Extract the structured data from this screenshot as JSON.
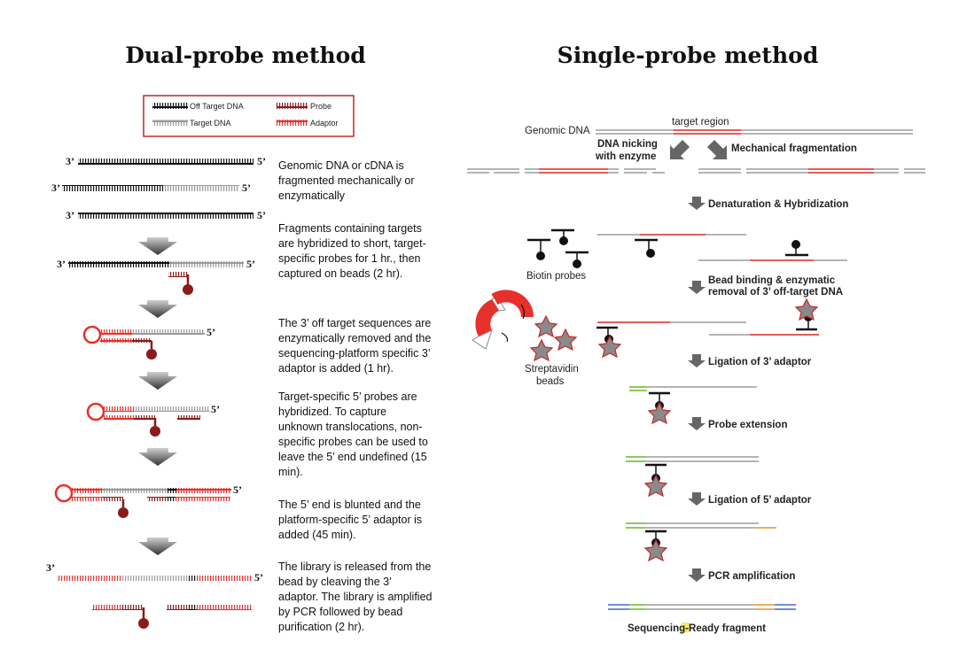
{
  "titles": {
    "dual": "Dual-probe method",
    "single": "Single-probe method"
  },
  "legend": {
    "off_target": "Off Target DNA",
    "target": "Target DNA",
    "probe": "Probe",
    "adaptor": "Adaptor"
  },
  "end_labels": {
    "three": "3’",
    "five": "5’"
  },
  "dual_steps": [
    [
      "Genomic DNA or cDNA is",
      "fragmented mechanically or",
      "enzymatically"
    ],
    [
      "Fragments containing targets",
      "are hybridized to short, target-",
      "specific probes for 1 hr., then",
      "captured on beads (2 hr)."
    ],
    [
      "The 3’ off target sequences are",
      "enzymatically removed and the",
      "sequencing-platform specific 3’",
      "adaptor is added (1 hr)."
    ],
    [
      "Target-specific 5’ probes are",
      "hybridized.  To capture",
      "unknown translocations, non-",
      "specific probes can be used to",
      "leave the 5’ end undefined (15",
      "min)."
    ],
    [
      "The 5’ end is blunted and the",
      "platform-specific 5’ adaptor is",
      "added (45 min)."
    ],
    [
      "The library is released from the",
      "bead by cleaving the 3’",
      "adaptor. The library is amplified",
      "by PCR followed by bead",
      "purification (2 hr)."
    ]
  ],
  "single": {
    "genomic_dna": "Genomic  DNA",
    "target_region": "target region",
    "nicking": [
      "DNA nicking",
      "with enzyme"
    ],
    "mechanical": "Mechanical fragmentation",
    "denaturation": "Denaturation & Hybridization",
    "biotin_probes": "Biotin probes",
    "bead_binding": [
      "Bead binding & enzymatic",
      "removal of 3’ off-target DNA"
    ],
    "streptavidin": [
      "Streptavidin",
      "beads"
    ],
    "ligation3": "Ligation of 3’ adaptor",
    "probe_ext": "Probe extension",
    "ligation5": "Ligation of 5’ adaptor",
    "pcr": "PCR amplification",
    "final_pre": "Sequencing-",
    "final_r": "R",
    "final_post": "eady fragment"
  },
  "colors": {
    "off_target": "#111111",
    "target": "#9a9a9a",
    "probe": "#8b1a1a",
    "adaptor": "#e8302a",
    "green": "#7cc242",
    "orange": "#f0a040",
    "blue": "#5b7fd4",
    "arrow": "#555555",
    "highlight": "#f5e642"
  }
}
